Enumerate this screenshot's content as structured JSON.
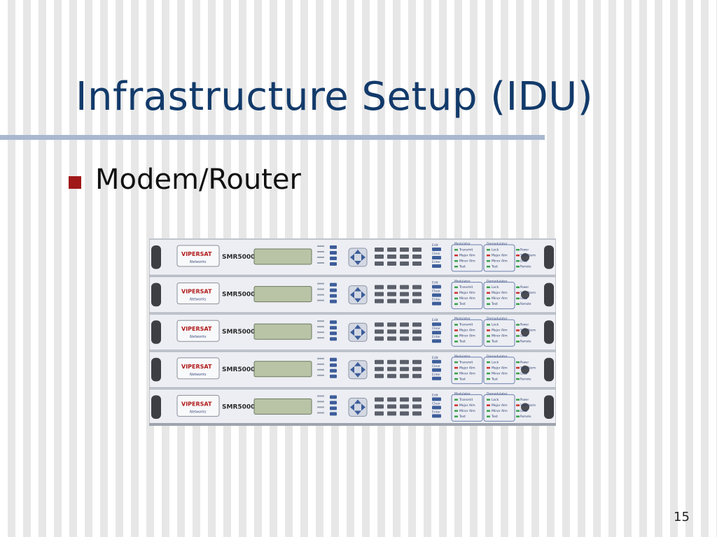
{
  "slide": {
    "title": "Infrastructure Setup (IDU)",
    "bullets": [
      {
        "text": "Modem/Router"
      }
    ],
    "page_number": "15"
  },
  "photo": {
    "units": [
      {
        "brand": "VIPERSAT",
        "sub": "Networks",
        "model": "SMR5000"
      },
      {
        "brand": "VIPERSAT",
        "sub": "Networks",
        "model": "SMR5000"
      },
      {
        "brand": "VIPERSAT",
        "sub": "Networks",
        "model": "SMR5000"
      },
      {
        "brand": "VIPERSAT",
        "sub": "Networks",
        "model": "SMR5000"
      },
      {
        "brand": "VIPERSAT",
        "sub": "Networks",
        "model": "SMR5000"
      }
    ],
    "panel_headers": {
      "modulator": "Modulator",
      "demodulator": "Demodulator"
    },
    "modulator_leds": [
      "Transmit",
      "Major Alm",
      "Minor Alm",
      "Test"
    ],
    "demodulator_leds": [
      "Lock",
      "Major Alm",
      "Minor Alm",
      "Test"
    ],
    "status_leds": [
      "Power",
      "Sum Alarm",
      "Local",
      "Remote"
    ],
    "key_labels": [
      "Edit",
      "Clear",
      "Enter"
    ],
    "colors": {
      "led_green": "#3aa04a",
      "led_red": "#cc3030",
      "lcd": "#b9c4a6",
      "keypad_blue": "#3d5d9a"
    }
  }
}
